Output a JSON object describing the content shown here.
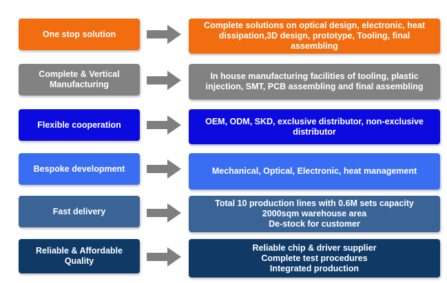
{
  "arrow_color": "#7f7f7f",
  "rows": [
    {
      "label": "One stop solution",
      "description": "Complete solutions on optical design, electronic, heat dissipation,3D design, prototype, Tooling, final assembling",
      "color": "#f26d10"
    },
    {
      "label": "Complete & Vertical Manufacturing",
      "description": "In house manufacturing facilities of tooling, plastic injection, SMT, PCB assembling and  final assembling",
      "color": "#828282"
    },
    {
      "label": "Flexible cooperation",
      "description": "OEM, ODM, SKD, exclusive distributor, non-exclusive distributor",
      "color": "#0b0be0"
    },
    {
      "label": "Bespoke development",
      "description": "Mechanical, Optical, Electronic, heat management",
      "color": "#3a6ef2"
    },
    {
      "label": "Fast delivery",
      "description": "Total 10 production lines with 0.6M sets capacity\n2000sqm warehouse area\nDe-stock for customer",
      "color": "#3a6496"
    },
    {
      "label": "Reliable & Affordable Quality",
      "description": "Reliable chip & driver supplier\nComplete test procedures\nIntegrated production",
      "color": "#0f3a66"
    }
  ]
}
